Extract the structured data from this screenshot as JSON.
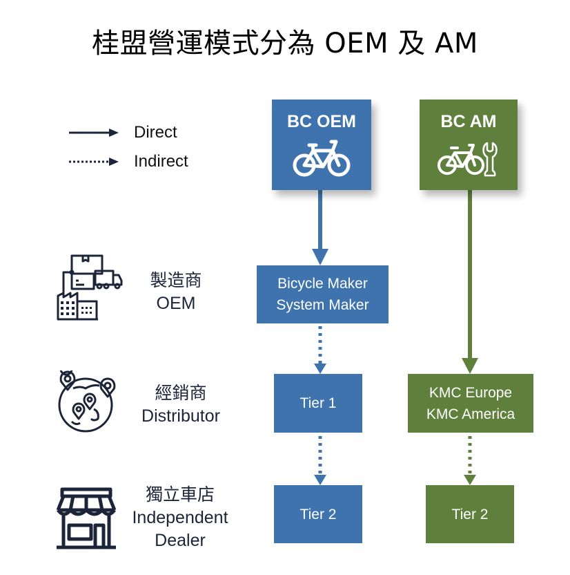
{
  "title": "桂盟營運模式分為 OEM 及 AM",
  "legend": [
    {
      "label": "Direct",
      "style": "solid"
    },
    {
      "label": "Indirect",
      "style": "dotted"
    }
  ],
  "colors": {
    "oem_blue": "#3e73ae",
    "am_green": "#5f803c",
    "icon_navy": "#1b2438"
  },
  "columns": {
    "oem": {
      "header": {
        "label": "BC OEM",
        "icon": "bicycle-icon"
      },
      "nodes": [
        {
          "lines": [
            "Bicycle Maker",
            "System Maker"
          ]
        },
        {
          "lines": [
            "Tier 1"
          ]
        },
        {
          "lines": [
            "Tier 2"
          ]
        }
      ]
    },
    "am": {
      "header": {
        "label": "BC AM",
        "icon": "bicycle-wrench-icon"
      },
      "nodes": [
        {
          "lines": [
            "KMC Europe",
            "KMC America"
          ]
        },
        {
          "lines": [
            "Tier 2"
          ]
        }
      ]
    }
  },
  "rows": [
    {
      "zh": "製造商",
      "en": [
        "OEM"
      ],
      "icon": "factory-truck-icon"
    },
    {
      "zh": "經銷商",
      "en": [
        "Distributor"
      ],
      "icon": "globe-map-pins-icon"
    },
    {
      "zh": "獨立車店",
      "en": [
        "Independent",
        "Dealer"
      ],
      "icon": "storefront-icon"
    }
  ],
  "connections": [
    {
      "from": "BC OEM",
      "to": "Bicycle Maker / System Maker",
      "type": "Direct"
    },
    {
      "from": "Bicycle Maker / System Maker",
      "to": "Tier 1",
      "type": "Indirect"
    },
    {
      "from": "Tier 1",
      "to": "Tier 2",
      "type": "Indirect"
    },
    {
      "from": "BC AM",
      "to": "KMC Europe / KMC America",
      "type": "Direct"
    },
    {
      "from": "KMC Europe / KMC America",
      "to": "Tier 2",
      "type": "Indirect"
    }
  ]
}
